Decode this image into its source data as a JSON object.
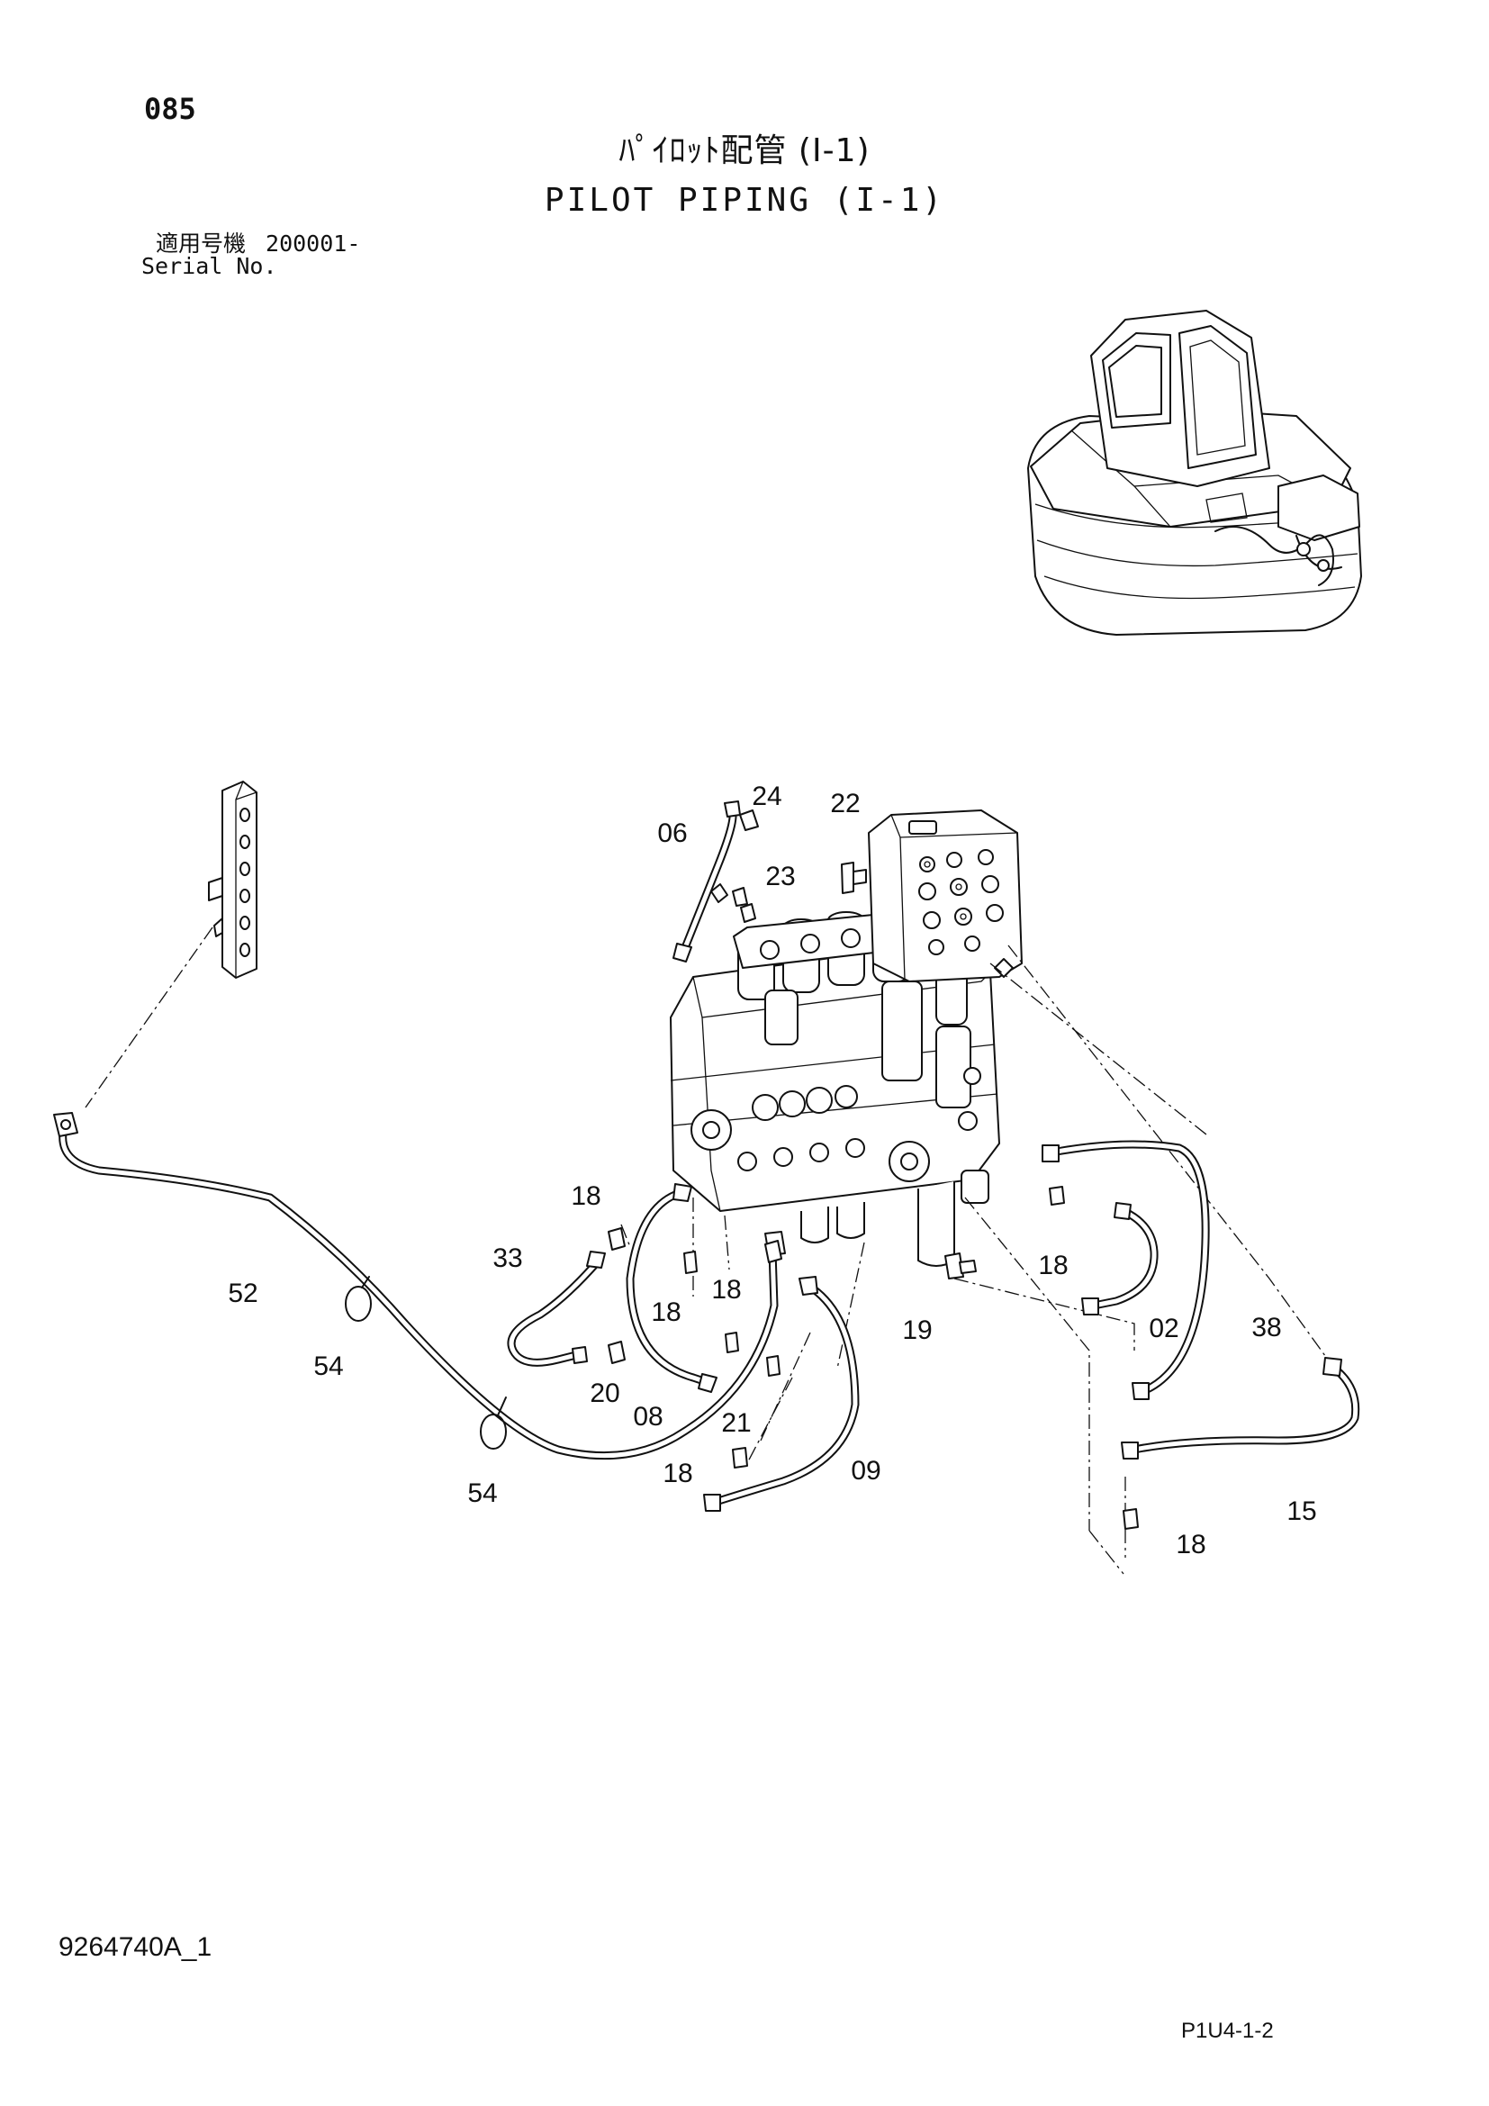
{
  "page_code": "085",
  "title_ja": "ﾊﾟｲﾛｯﾄ配管 (I-1)",
  "title_en": "PILOT PIPING (I-1)",
  "serial": {
    "label_ja": "適用号機",
    "value": "200001-",
    "label_en": "Serial No."
  },
  "footer": {
    "doc_id": "9264740A_1",
    "sheet_id": "P1U4-1-2"
  },
  "callouts": [
    "24",
    "22",
    "06",
    "23",
    "18",
    "33",
    "18",
    "52",
    "18",
    "18",
    "19",
    "02",
    "38",
    "54",
    "20",
    "08",
    "21",
    "18",
    "09",
    "54",
    "15",
    "18"
  ]
}
